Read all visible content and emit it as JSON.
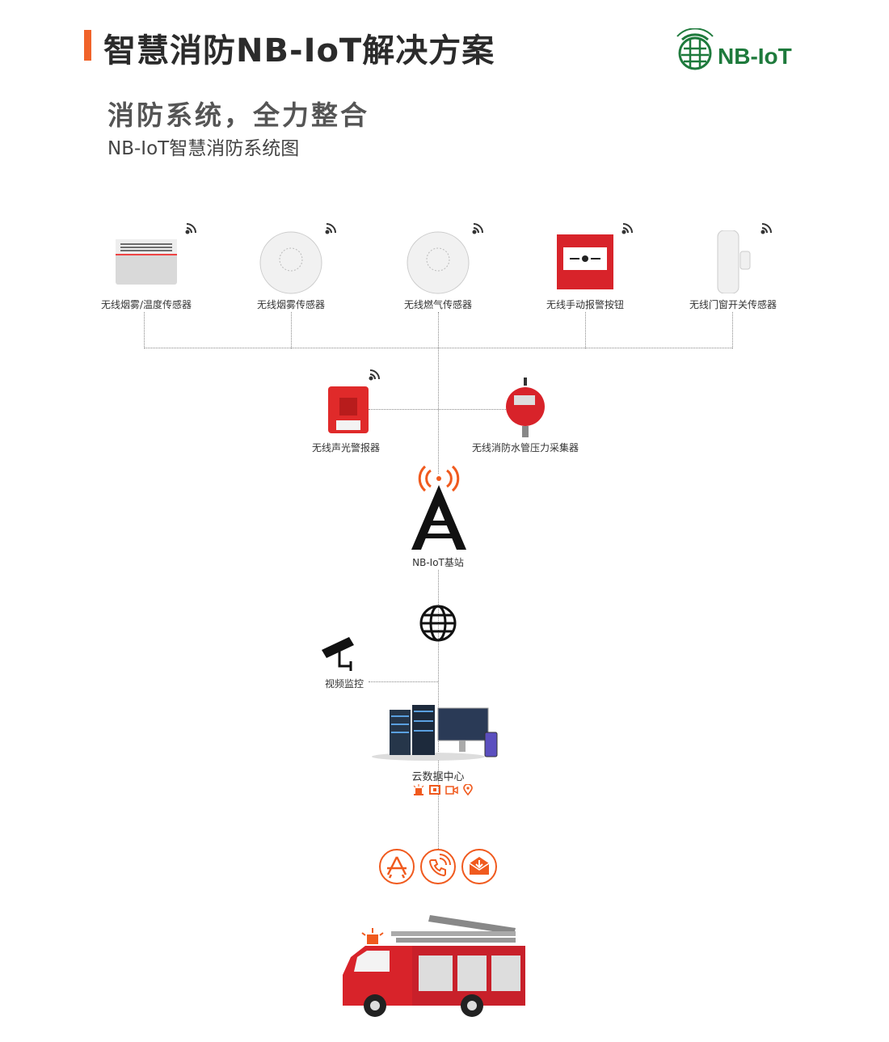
{
  "header": {
    "title": "智慧消防NB-IoT解决方案",
    "logo_text": "NB-IoT"
  },
  "subtitle": {
    "main": "消防系统，全力整合",
    "secondary": "NB-IoT智慧消防系统图"
  },
  "devices": [
    {
      "label": "无线烟雾/温度传感器"
    },
    {
      "label": "无线烟雾传感器"
    },
    {
      "label": "无线燃气传感器"
    },
    {
      "label": "无线手动报警按钮"
    },
    {
      "label": "无线门窗开关传感器"
    }
  ],
  "secondary_devices": [
    {
      "label": "无线声光警报器"
    },
    {
      "label": "无线消防水管压力采集器"
    }
  ],
  "base_station": {
    "label": "NB-IoT基站"
  },
  "video": {
    "label": "视频监控"
  },
  "cloud": {
    "label": "云数据中心"
  },
  "colors": {
    "accent": "#f05a1e",
    "logo_green": "#1e7a3c"
  }
}
